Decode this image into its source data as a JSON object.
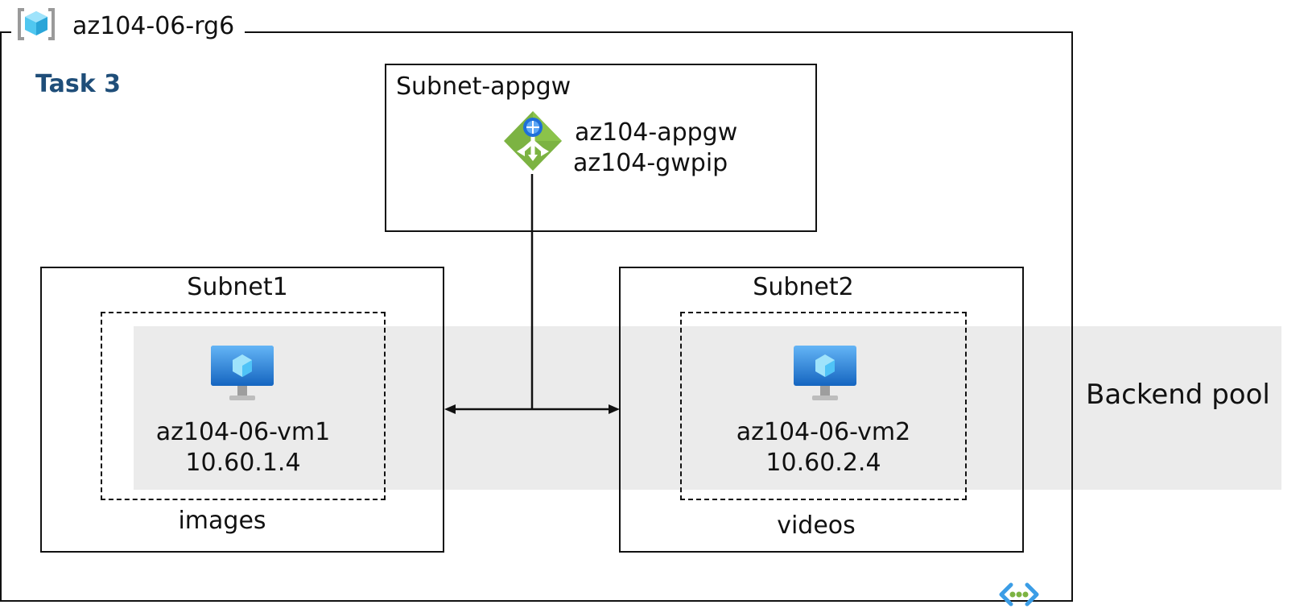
{
  "resource_group": {
    "name": "az104-06-rg6",
    "icon": "resource-group-icon"
  },
  "task_label": "Task 3",
  "colors": {
    "task_title": "#1f4e79",
    "pool_band": "#ebebeb"
  },
  "subnet_appgw": {
    "label": "Subnet-appgw",
    "gateway_name": "az104-appgw",
    "public_ip": "az104-gwpip",
    "icon": "application-gateway-icon"
  },
  "subnet1": {
    "label": "Subnet1",
    "vm_name": "az104-06-vm1",
    "vm_ip": "10.60.1.4",
    "path_label": "images",
    "icon": "virtual-machine-icon"
  },
  "subnet2": {
    "label": "Subnet2",
    "vm_name": "az104-06-vm2",
    "vm_ip": "10.60.2.4",
    "path_label": "videos",
    "icon": "virtual-machine-icon"
  },
  "backend_pool_label": "Backend pool",
  "vnet_icon": "virtual-network-icon"
}
